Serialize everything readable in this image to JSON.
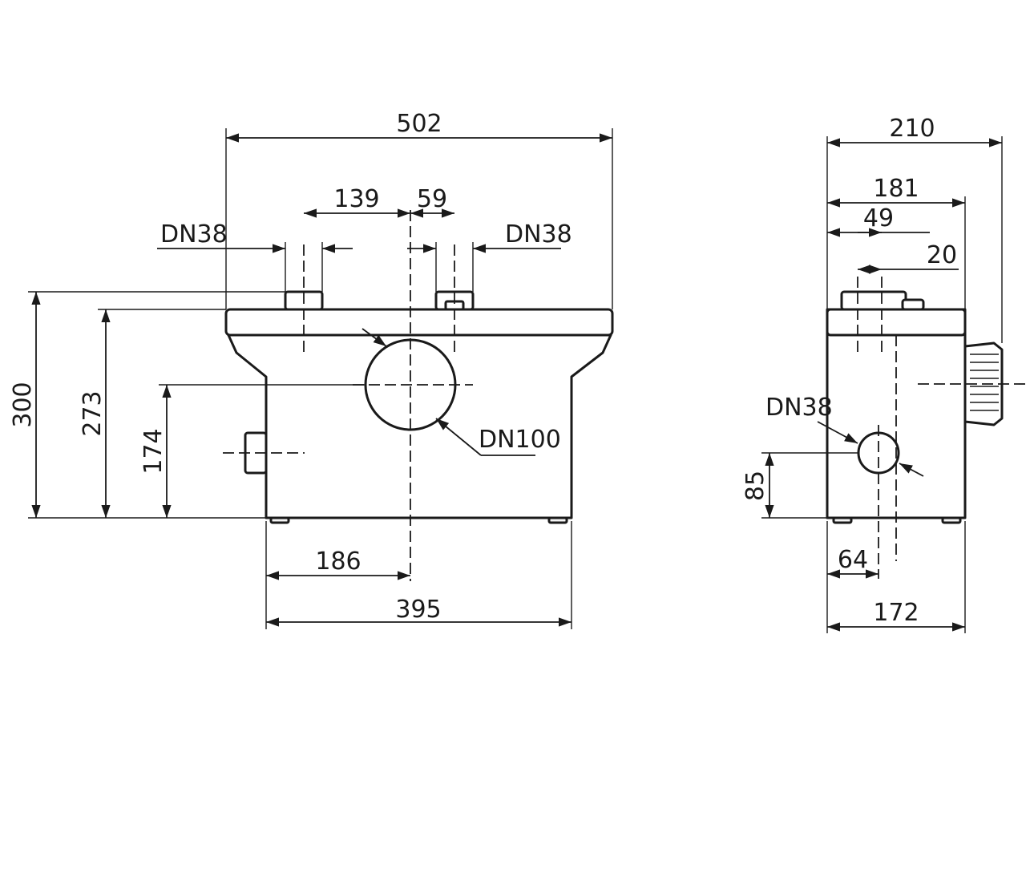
{
  "front_view": {
    "dims": {
      "overall_width": "502",
      "inlet_spacing": "139",
      "outlet_offset": "59",
      "left_inlet": "DN38",
      "right_inlet": "DN38",
      "outlet": "DN100",
      "total_height": "300",
      "lid_height": "273",
      "outlet_height": "174",
      "outlet_from_left": "186",
      "body_width": "395"
    }
  },
  "side_view": {
    "dims": {
      "overall_depth": "210",
      "body_depth": "181",
      "inlet_offset": "49",
      "inlet_gap": "20",
      "side_inlet": "DN38",
      "side_inlet_height": "85",
      "side_inlet_from_left": "64",
      "base_depth": "172"
    }
  }
}
